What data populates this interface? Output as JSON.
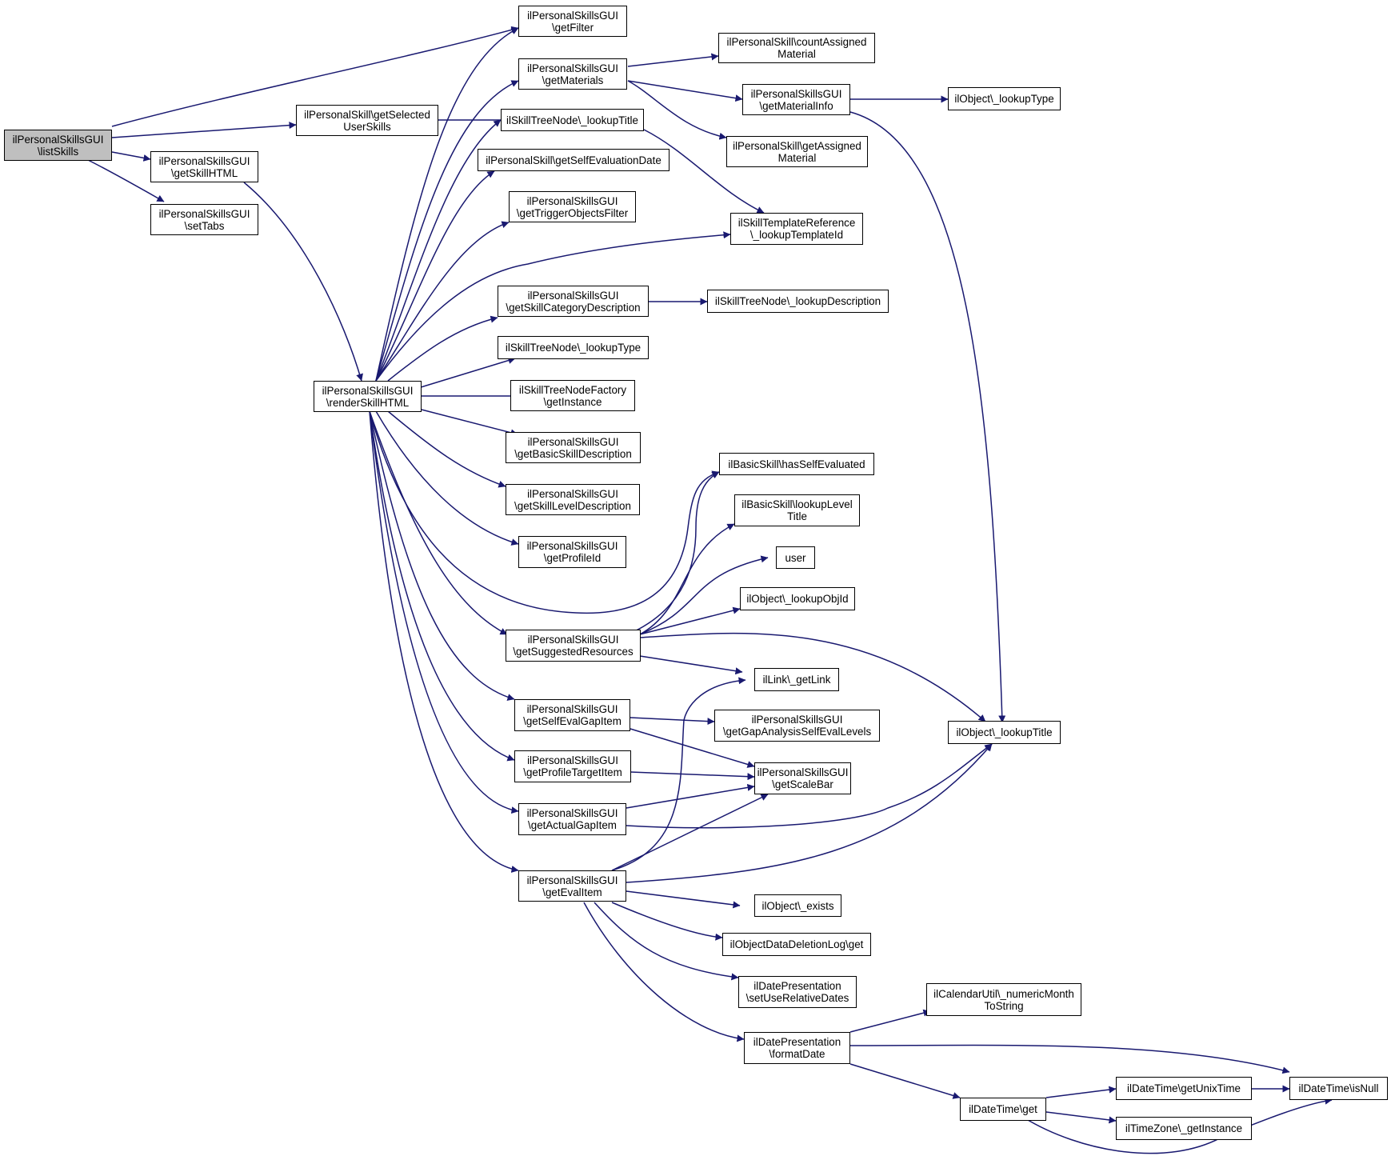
{
  "nodes": {
    "listSkills": "ilPersonalSkillsGUI\n\\listSkills",
    "getFilter": "ilPersonalSkillsGUI\n\\getFilter",
    "getMaterials": "ilPersonalSkillsGUI\n\\getMaterials",
    "countAssignedMaterial": "ilPersonalSkill\\countAssigned\nMaterial",
    "getMaterialInfo": "ilPersonalSkillsGUI\n\\getMaterialInfo",
    "lookupTypeObj": "ilObject\\_lookupType",
    "getSelectedUserSkills": "ilPersonalSkill\\getSelected\nUserSkills",
    "lookupTitleTree": "ilSkillTreeNode\\_lookupTitle",
    "getAssignedMaterial": "ilPersonalSkill\\getAssigned\nMaterial",
    "getSkillHTML": "ilPersonalSkillsGUI\n\\getSkillHTML",
    "setTabs": "ilPersonalSkillsGUI\n\\setTabs",
    "getSelfEvaluationDate": "ilPersonalSkill\\getSelfEvaluationDate",
    "getTriggerObjectsFilter": "ilPersonalSkillsGUI\n\\getTriggerObjectsFilter",
    "lookupTemplateId": "ilSkillTemplateReference\n\\_lookupTemplateId",
    "getSkillCategoryDescription": "ilPersonalSkillsGUI\n\\getSkillCategoryDescription",
    "lookupDescription": "ilSkillTreeNode\\_lookupDescription",
    "lookupTypeTree": "ilSkillTreeNode\\_lookupType",
    "renderSkillHTML": "ilPersonalSkillsGUI\n\\renderSkillHTML",
    "getInstanceFactory": "ilSkillTreeNodeFactory\n\\getInstance",
    "getBasicSkillDescription": "ilPersonalSkillsGUI\n\\getBasicSkillDescription",
    "hasSelfEvaluated": "ilBasicSkill\\hasSelfEvaluated",
    "getSkillLevelDescription": "ilPersonalSkillsGUI\n\\getSkillLevelDescription",
    "lookupLevelTitle": "ilBasicSkill\\lookupLevel\nTitle",
    "getProfileId": "ilPersonalSkillsGUI\n\\getProfileId",
    "user": "user",
    "lookupObjId": "ilObject\\_lookupObjId",
    "getSuggestedResources": "ilPersonalSkillsGUI\n\\getSuggestedResources",
    "getLink": "ilLink\\_getLink",
    "getSelfEvalGapItem": "ilPersonalSkillsGUI\n\\getSelfEvalGapItem",
    "getGapAnalysisSelfEvalLevels": "ilPersonalSkillsGUI\n\\getGapAnalysisSelfEvalLevels",
    "lookupTitleObj": "ilObject\\_lookupTitle",
    "getProfileTargetItem": "ilPersonalSkillsGUI\n\\getProfileTargetItem",
    "getScaleBar": "ilPersonalSkillsGUI\n\\getScaleBar",
    "getActualGapItem": "ilPersonalSkillsGUI\n\\getActualGapItem",
    "getEvalItem": "ilPersonalSkillsGUI\n\\getEvalItem",
    "exists": "ilObject\\_exists",
    "deletionLogGet": "ilObjectDataDeletionLog\\get",
    "setUseRelativeDates": "ilDatePresentation\n\\setUseRelativeDates",
    "numericMonth": "ilCalendarUtil\\_numericMonth\nToString",
    "formatDate": "ilDatePresentation\n\\formatDate",
    "getUnixTime": "ilDateTime\\getUnixTime",
    "isNull": "ilDateTime\\isNull",
    "dateTimeGet": "ilDateTime\\get",
    "tzGetInstance": "ilTimeZone\\_getInstance"
  },
  "colors": {
    "edge": "#191970",
    "root_fill": "#bfbfbf",
    "node_border": "#000000"
  }
}
